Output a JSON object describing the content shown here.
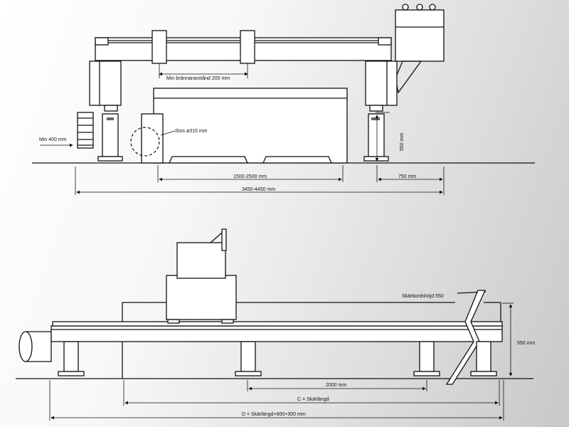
{
  "top_view": {
    "min_burner_distance": "Min brännaravstånd 200 mm",
    "min_side_clearance": "Min 400 mm",
    "dust_pipe": "Stos ø315 mm",
    "height_550": "550 mm",
    "rail_span": "1500-2500 mm",
    "right_offset": "750 mm",
    "total_width": "3450-4450 mm"
  },
  "bottom_view": {
    "table_height_label": "Skärbordshöjd 550",
    "height_550": "550 mm",
    "spacing_2000": "2000 mm",
    "cut_length": "C = Skärlängd",
    "total_length": "D = Skärlängd+800+300 mm"
  }
}
